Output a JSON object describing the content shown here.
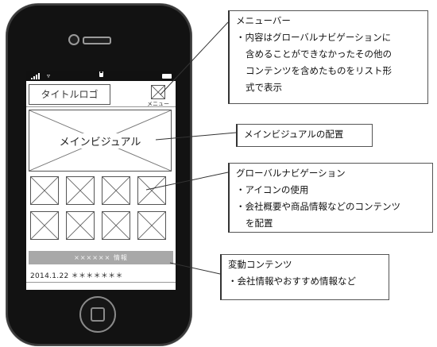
{
  "phone_screen": {
    "title_logo": "タイトルロゴ",
    "menu_label": "メニュー",
    "main_visual": "メインビジュアル",
    "news_header": "×××××× 情報",
    "news_item": "2014.1.22 ＊＊＊＊＊＊＊"
  },
  "annotations": {
    "menu_bar": {
      "title": "メニューバー",
      "lines": [
        "・内容はグローバルナビゲーションに",
        "含めることができなかったその他の",
        "コンテンツを含めたものをリスト形",
        "式で表示"
      ]
    },
    "main_visual": {
      "title": "メインビジュアルの配置"
    },
    "global_nav": {
      "title": "グローバルナビゲーション",
      "lines": [
        "・アイコンの使用",
        "・会社概要や商品情報などのコンテンツ",
        "を配置"
      ]
    },
    "dynamic_content": {
      "title": "変動コンテンツ",
      "lines": [
        "・会社情報やおすすめ情報など"
      ]
    }
  }
}
